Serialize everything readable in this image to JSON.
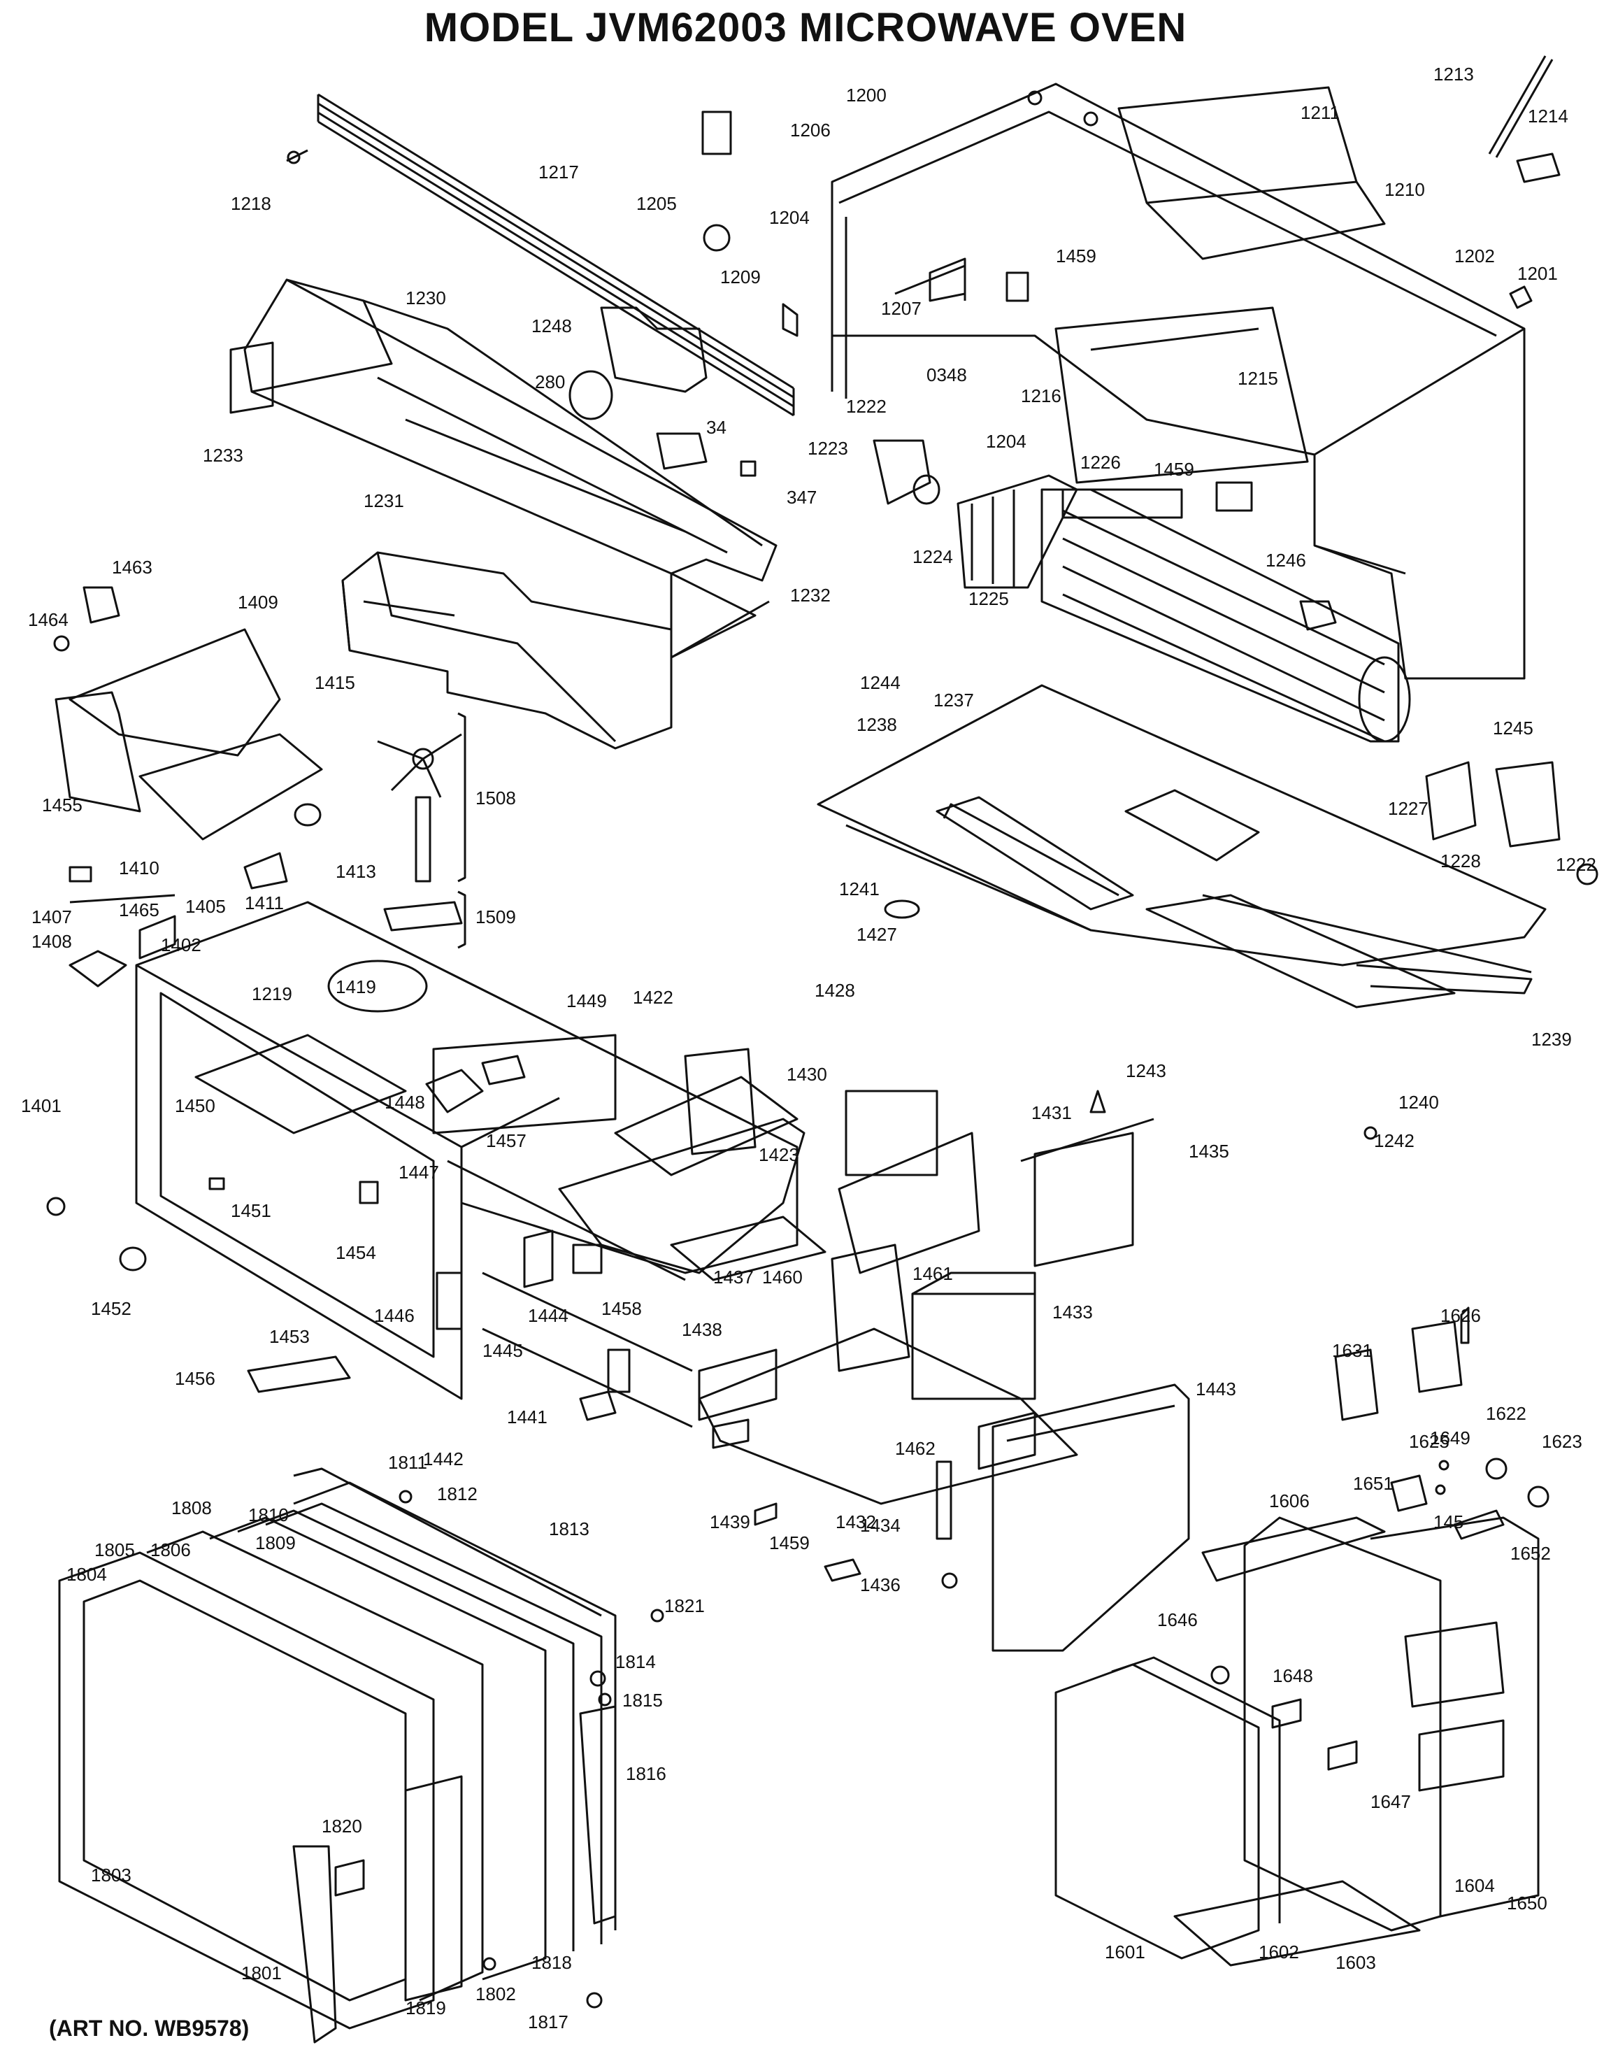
{
  "title": "MODEL JVM62003 MICROWAVE OVEN",
  "art_number": "(ART NO. WB9578)",
  "colors": {
    "ink": "#111111",
    "background": "#ffffff"
  },
  "parts": [
    "1200",
    "1201",
    "1202",
    "1204",
    "1204",
    "1205",
    "1206",
    "1207",
    "0348",
    "1209",
    "1210",
    "1211",
    "1213",
    "1214",
    "1215",
    "1216",
    "1217",
    "1218",
    "1222",
    "1222",
    "1223",
    "1224",
    "1225",
    "1226",
    "1227",
    "1228",
    "1230",
    "1231",
    "1232",
    "1233",
    "1237",
    "1238",
    "1239",
    "1240",
    "1241",
    "1242",
    "1243",
    "1244",
    "1245",
    "1246",
    "1248",
    "280",
    "34",
    "347",
    "1459",
    "1459",
    "1459",
    "1463",
    "1464",
    "1409",
    "1415",
    "1455",
    "1410",
    "1411",
    "1413",
    "1407",
    "1408",
    "1405",
    "1465",
    "1402",
    "1219",
    "1419",
    "1449",
    "1401",
    "1450",
    "1448",
    "1457",
    "1447",
    "1451",
    "1454",
    "1452",
    "1453",
    "1456",
    "1446",
    "1444",
    "1445",
    "1458",
    "1441",
    "1442",
    "1422",
    "1423",
    "1427",
    "1428",
    "1430",
    "1431",
    "1435",
    "1437",
    "1460",
    "1461",
    "1433",
    "1438",
    "1439",
    "1432",
    "1462",
    "1434",
    "1436",
    "1443",
    "1811",
    "1812",
    "1808",
    "1810",
    "1809",
    "1813",
    "1805",
    "1806",
    "1804",
    "1821",
    "1814",
    "1815",
    "1816",
    "1820",
    "1803",
    "1801",
    "1802",
    "1818",
    "1819",
    "1817",
    "1631",
    "1626",
    "1625",
    "1649",
    "1622",
    "1623",
    "1651",
    "145",
    "1652",
    "1606",
    "1646",
    "1648",
    "1647",
    "1601",
    "1602",
    "1603",
    "1604",
    "1650"
  ],
  "brackets": [
    "1508",
    "1509"
  ]
}
